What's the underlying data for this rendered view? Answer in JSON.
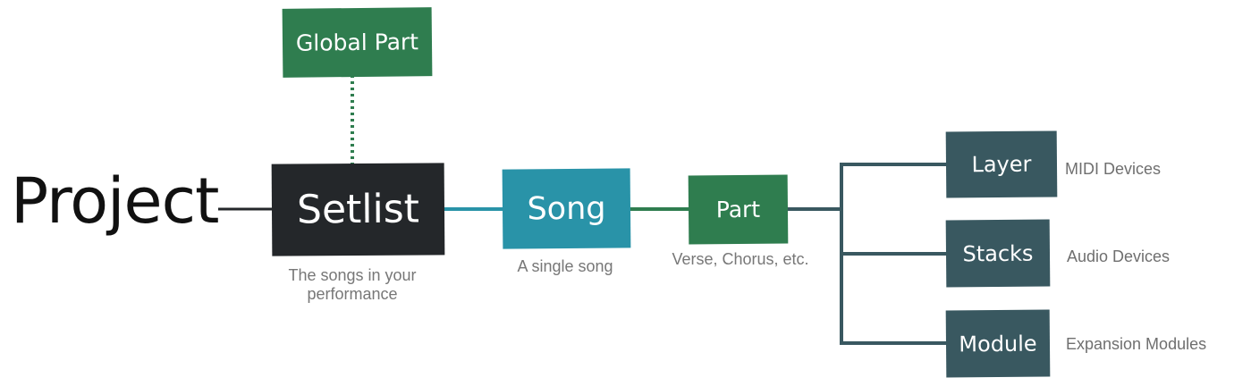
{
  "diagram": {
    "root_label": "Project",
    "nodes": {
      "global_part": {
        "label": "Global Part",
        "color": "#2f7d4f"
      },
      "setlist": {
        "label": "Setlist",
        "caption_line1": "The songs in your",
        "caption_line2": "performance",
        "color": "#24272a"
      },
      "song": {
        "label": "Song",
        "caption": "A single song",
        "color": "#2993a8"
      },
      "part": {
        "label": "Part",
        "caption": "Verse, Chorus, etc.",
        "color": "#2f7d4f"
      },
      "layer": {
        "label": "Layer",
        "description": "MIDI Devices",
        "color": "#395860"
      },
      "stacks": {
        "label": "Stacks",
        "description": "Audio Devices",
        "color": "#395860"
      },
      "module": {
        "label": "Module",
        "description": "Expansion Modules",
        "color": "#395860"
      }
    },
    "edges": [
      {
        "from": "Project",
        "to": "Setlist",
        "style": "solid",
        "color": "#24272a"
      },
      {
        "from": "Setlist",
        "to": "Global Part",
        "style": "dotted",
        "color": "#2f7d4f"
      },
      {
        "from": "Setlist",
        "to": "Song",
        "style": "solid",
        "color": "#2993a8"
      },
      {
        "from": "Song",
        "to": "Part",
        "style": "solid",
        "color": "#2f7d4f"
      },
      {
        "from": "Part",
        "to": "Layer",
        "style": "solid",
        "color": "#395860"
      },
      {
        "from": "Part",
        "to": "Stacks",
        "style": "solid",
        "color": "#395860"
      },
      {
        "from": "Part",
        "to": "Module",
        "style": "solid",
        "color": "#395860"
      }
    ]
  }
}
